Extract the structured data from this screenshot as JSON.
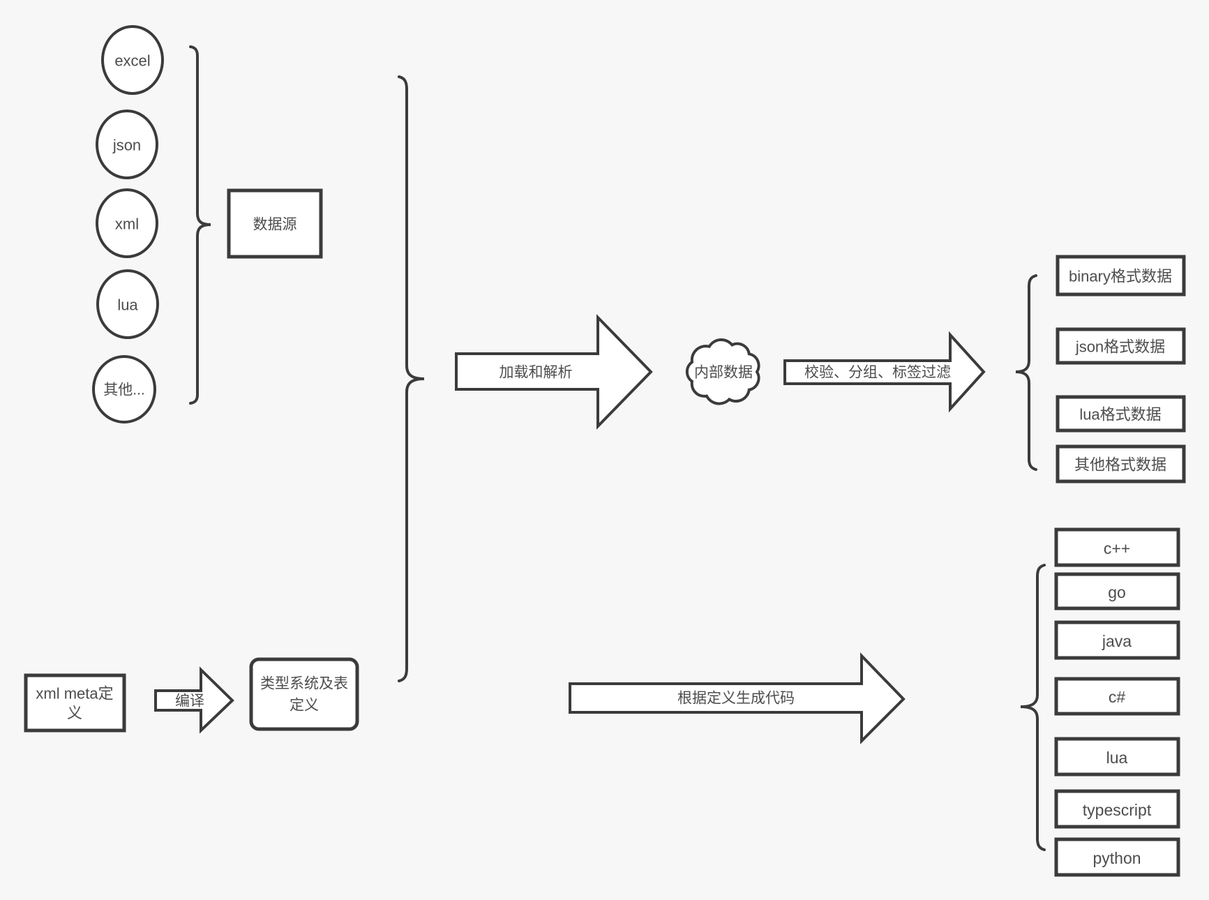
{
  "colors": {
    "background": "#f7f7f7",
    "shape_stroke": "#3b3b3b",
    "shape_fill": "#ffffff",
    "text": "#4d4d4d"
  },
  "sources": {
    "items": [
      "excel",
      "json",
      "xml",
      "lua",
      "其他..."
    ],
    "group_label": "数据源"
  },
  "pipeline": {
    "load_arrow_label": "加载和解析",
    "internal_data_label": "内部数据",
    "filter_arrow_label": "校验、分组、标签过滤",
    "format_outputs": [
      "binary格式数据",
      "json格式数据",
      "lua格式数据",
      "其他格式数据"
    ]
  },
  "codegen": {
    "xml_meta": {
      "line1": "xml meta定",
      "line2": "义"
    },
    "compile_arrow_label": "编译",
    "type_system": {
      "line1": "类型系统及表",
      "line2": "定义"
    },
    "generate_arrow_label": "根据定义生成代码",
    "languages": [
      "c++",
      "go",
      "java",
      "c#",
      "lua",
      "typescript",
      "python"
    ]
  }
}
